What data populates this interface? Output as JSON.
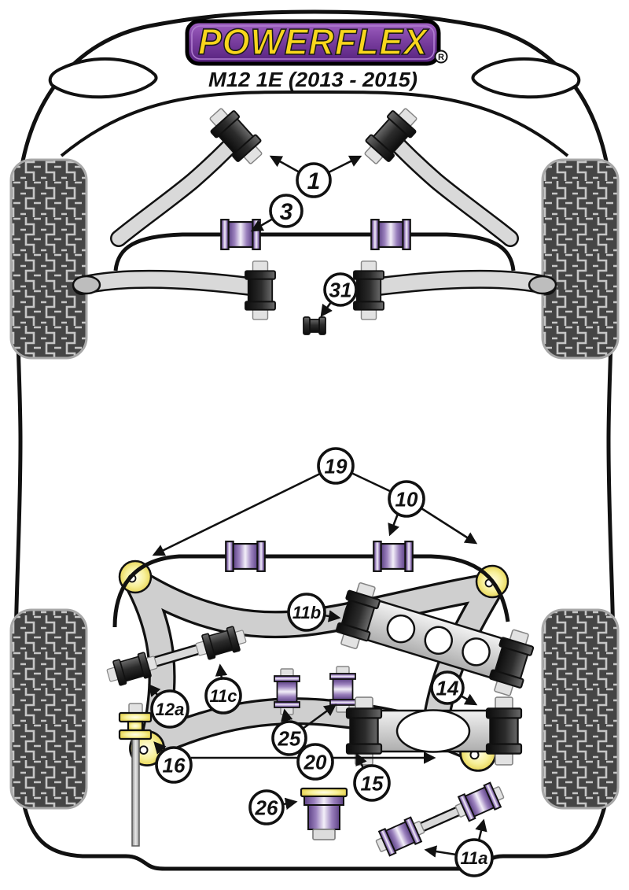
{
  "header": {
    "brand": "POWERFLEX",
    "registered_mark": "R",
    "model": "M12 1E (2013 - 2015)"
  },
  "callouts": [
    {
      "label": "1"
    },
    {
      "label": "3"
    },
    {
      "label": "31"
    },
    {
      "label": "19"
    },
    {
      "label": "10"
    },
    {
      "label": "11b"
    },
    {
      "label": "12a"
    },
    {
      "label": "11c"
    },
    {
      "label": "14"
    },
    {
      "label": "25"
    },
    {
      "label": "16"
    },
    {
      "label": "20"
    },
    {
      "label": "15"
    },
    {
      "label": "26"
    },
    {
      "label": "11a"
    }
  ],
  "colors": {
    "logo_purple": "#7B3FA0",
    "logo_yellow": "#F8D61C",
    "bush_purple": "#9A80BD",
    "bush_black": "#2C2C2C",
    "part_yellow": "#F7F09A",
    "metal_gray": "#D9D9D9",
    "tire_gray": "#454545",
    "tread_line": "#C6C6C6",
    "outline_black": "#111111"
  }
}
